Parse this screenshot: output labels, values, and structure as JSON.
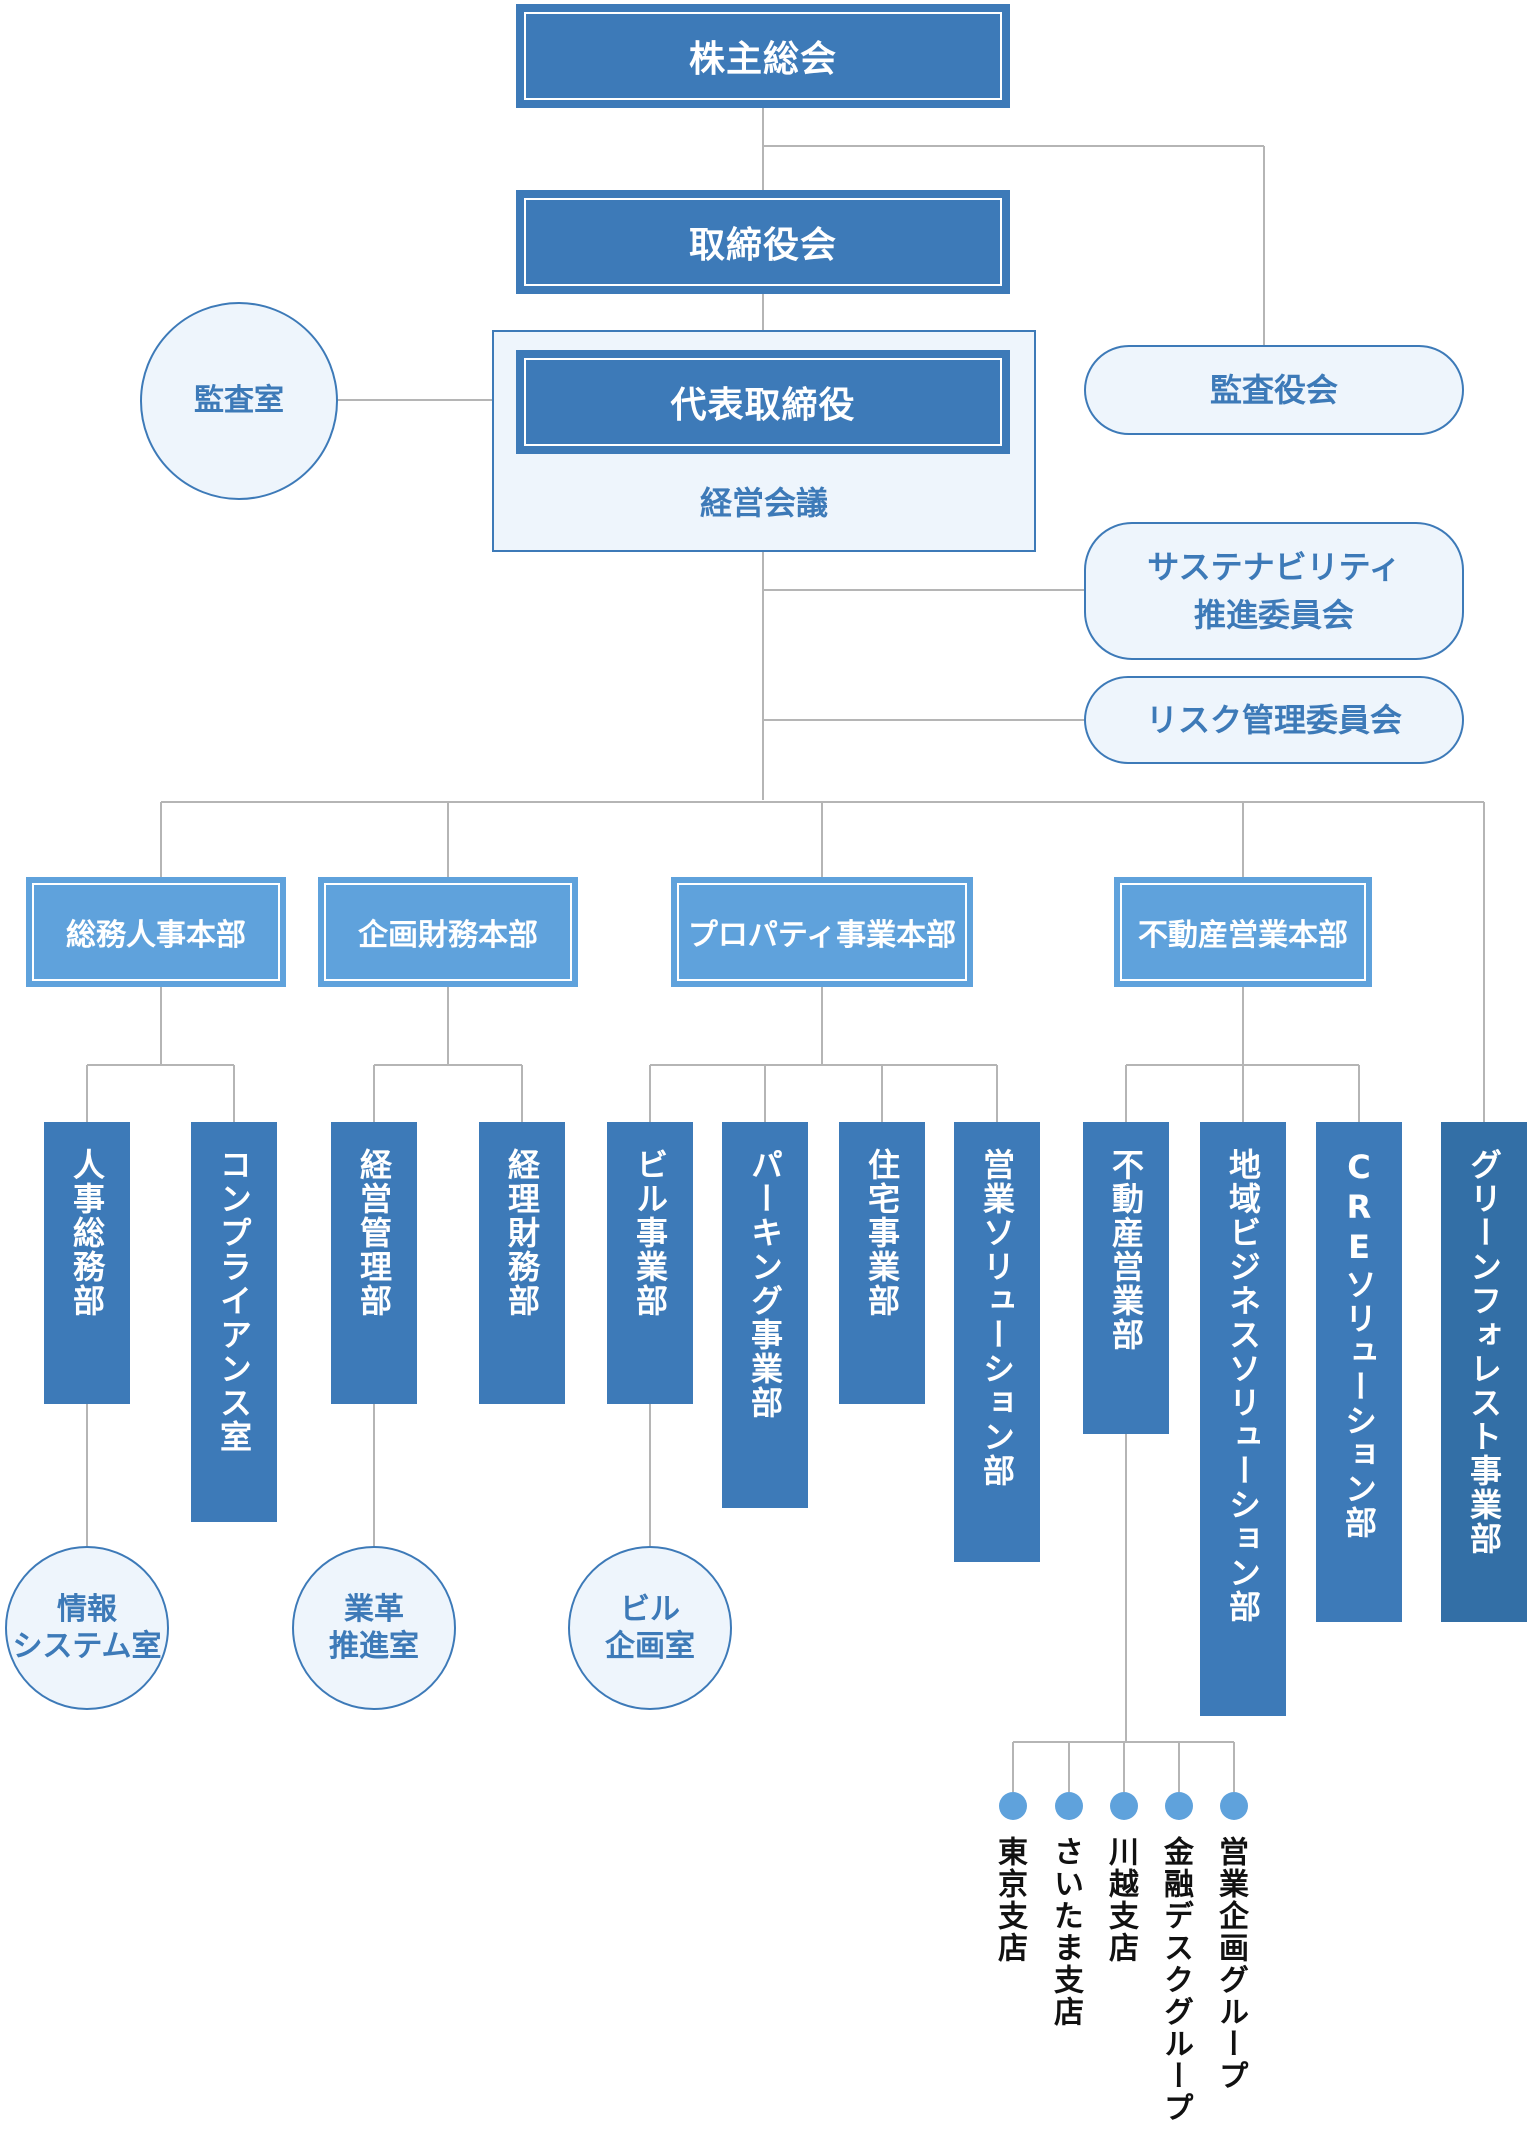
{
  "top": {
    "shareholders_meeting": "株主総会",
    "board_of_directors": "取締役会",
    "representative_director": "代表取締役",
    "management_meeting": "経営会議",
    "audit_office": "監査室",
    "audit_board": "監査役会",
    "sustainability_committee": [
      "サステナビリティ",
      "推進委員会"
    ],
    "risk_committee": "リスク管理委員会"
  },
  "headquarters": [
    {
      "name": "総務人事本部"
    },
    {
      "name": "企画財務本部"
    },
    {
      "name": "プロパティ事業本部"
    },
    {
      "name": "不動産営業本部"
    }
  ],
  "departments": [
    {
      "name": "人事総務部"
    },
    {
      "name": "コンプライアンス室"
    },
    {
      "name": "経営管理部"
    },
    {
      "name": "経理財務部"
    },
    {
      "name": "ビル事業部"
    },
    {
      "name": "パーキング事業部"
    },
    {
      "name": "住宅事業部"
    },
    {
      "name": "営業ソリューション部"
    },
    {
      "name": "不動産営業部"
    },
    {
      "name": "地域ビジネスソリューション部"
    },
    {
      "name": "CREソリューション部"
    },
    {
      "name": "グリーンフォレスト事業部"
    }
  ],
  "offices": [
    {
      "lines": [
        "情報",
        "システム室"
      ]
    },
    {
      "lines": [
        "業革",
        "推進室"
      ]
    },
    {
      "lines": [
        "ビル",
        "企画室"
      ]
    }
  ],
  "branches": [
    {
      "name": "東京支店"
    },
    {
      "name": "さいたま支店"
    },
    {
      "name": "川越支店"
    },
    {
      "name": "金融デスクグループ"
    },
    {
      "name": "営業企画グループ"
    }
  ],
  "colors": {
    "primary": "#3d7ab8",
    "light": "#5fa2dc",
    "pale": "#eef5fc",
    "connector": "#b5b5b5"
  }
}
